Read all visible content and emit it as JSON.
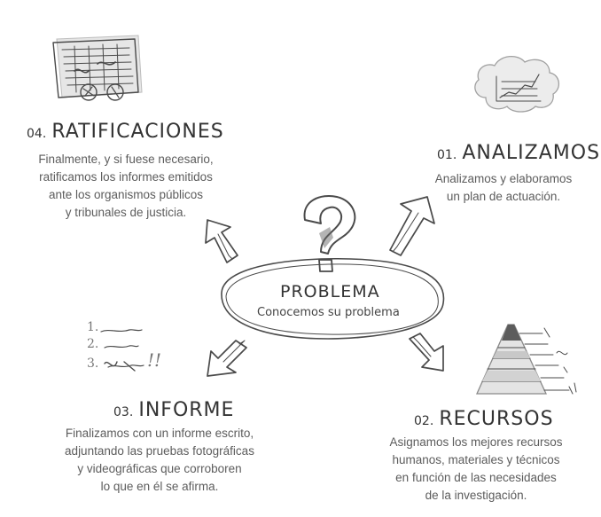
{
  "center": {
    "title": "PROBLEMA",
    "subtitle": "Conocemos su problema"
  },
  "steps": {
    "s01": {
      "number": "01.",
      "title": "ANALIZAMOS",
      "lines": [
        "Analizamos y elaboramos",
        "un plan de actuación."
      ]
    },
    "s02": {
      "number": "02.",
      "title": "RECURSOS",
      "lines": [
        "Asignamos los mejores recursos",
        "humanos, materiales y técnicos",
        "en función de las necesidades",
        "de la investigación."
      ]
    },
    "s03": {
      "number": "03.",
      "title": "INFORME",
      "lines": [
        "Finalizamos con un informe escrito,",
        "adjuntando las pruebas fotográficas",
        "y videográficas que corroboren",
        "lo que en él se afirma."
      ]
    },
    "s04": {
      "number": "04.",
      "title": "RATIFICACIONES",
      "lines": [
        "Finalmente, y si fuese necesario,",
        "ratificamos los informes emitidos",
        "ante los organismos públicos",
        "y tribunales de justicia."
      ]
    }
  },
  "list_sketch": {
    "numbers": [
      "1.",
      "2.",
      "3."
    ],
    "marks": "!!"
  },
  "colors": {
    "ink": "#4a4a4a",
    "text": "#5c5c5c",
    "heading": "#333333"
  }
}
